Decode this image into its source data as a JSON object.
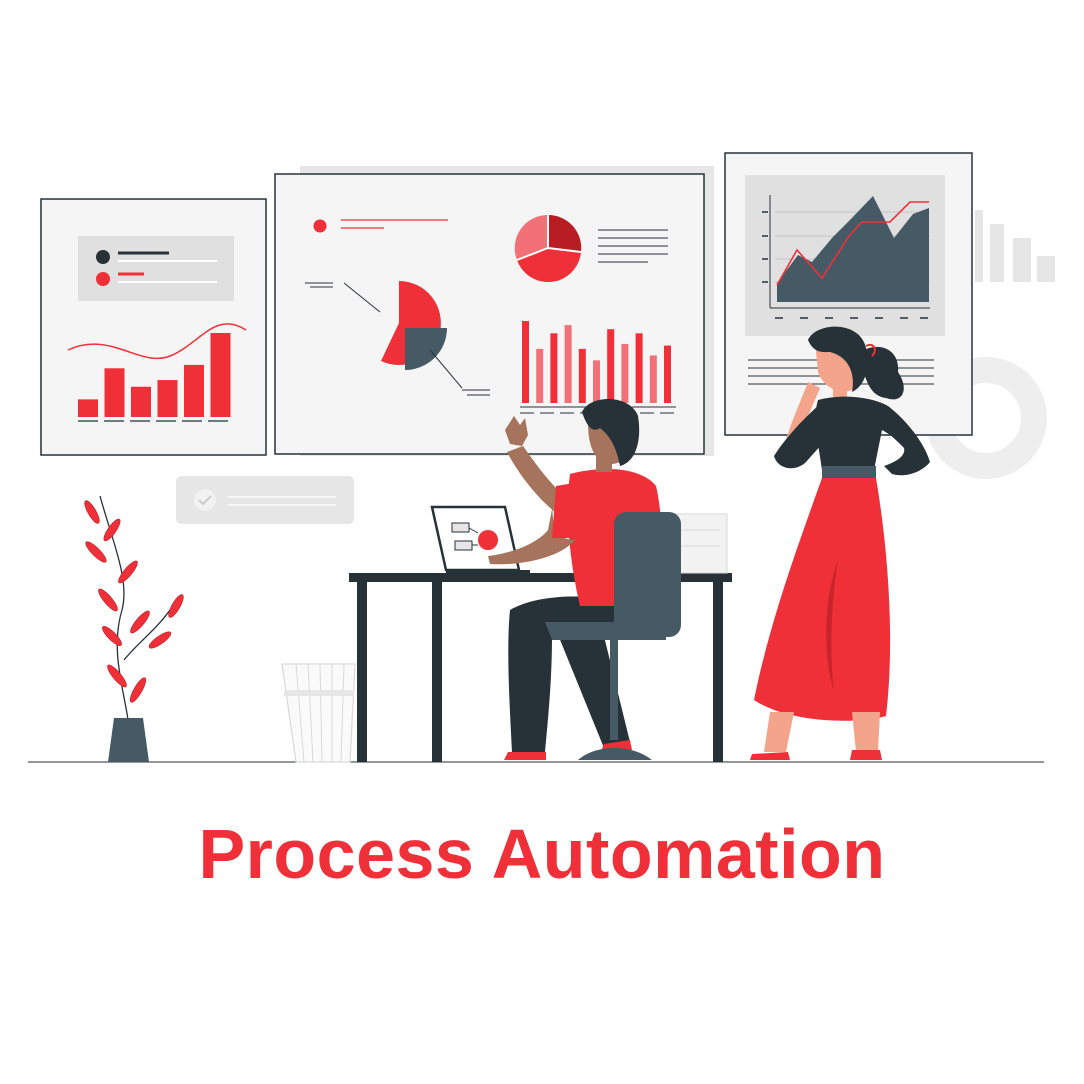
{
  "caption": {
    "text": "Process Automation"
  },
  "colors": {
    "accent": "#EF3038",
    "dark": "#263238",
    "slate": "#455A64",
    "panel": "#F5F5F5",
    "light_gray": "#E0E0E0",
    "skin": "#A6745C"
  },
  "dashboards": {
    "left_panel": {
      "bars": [
        0.21,
        0.58,
        0.36,
        0.44,
        0.62,
        1.0
      ]
    },
    "center_panel": {
      "bars": [
        1.0,
        0.66,
        0.85,
        0.95,
        0.66,
        0.52,
        0.9,
        0.72,
        0.85,
        0.58,
        0.7
      ]
    }
  },
  "icons": [
    "check-icon",
    "plant-icon",
    "laptop-icon",
    "trash-bin-icon"
  ]
}
